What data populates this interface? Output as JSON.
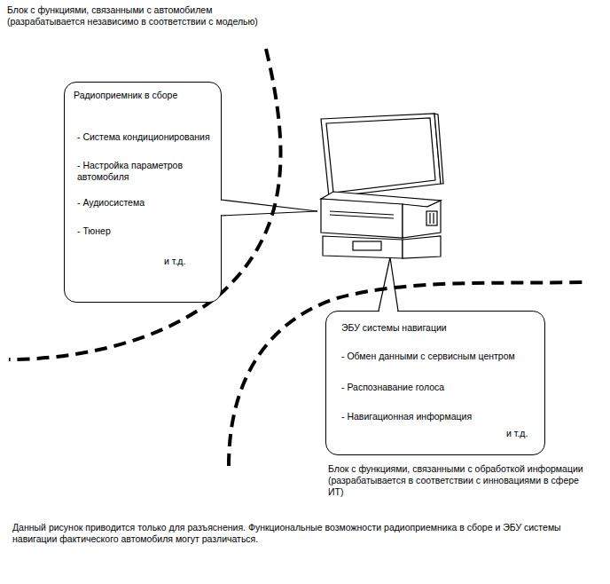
{
  "diagram": {
    "nodes": [
      {
        "text": [
          "Радиоприемник в сборе",
          "- Система кондиционирования",
          "- Настройка параметров автомобиля",
          "- Аудиосистема",
          "- Тюнер",
          "и т.д."
        ]
      },
      {
        "text": [
          "ЭБУ системы навигации",
          "- Обмен данными с сервисным центром",
          "- Распознавание голоса",
          "- Навигационная информация",
          "и т.д."
        ]
      }
    ],
    "labels": [
      "Блок с функциями, связанными с автомобилем (разрабатывается независимо в соответствии с моделью)",
      "Блок с функциями, связанными с обработкой информации (разрабатывается в соответствии с инновациями в сфере ИТ)",
      "Данный рисунок приводится только для разъяснения. Функциональные возможности радиоприемника в сборе и ЭБУ системы навигации фактического автомобиля могут различаться."
    ]
  }
}
